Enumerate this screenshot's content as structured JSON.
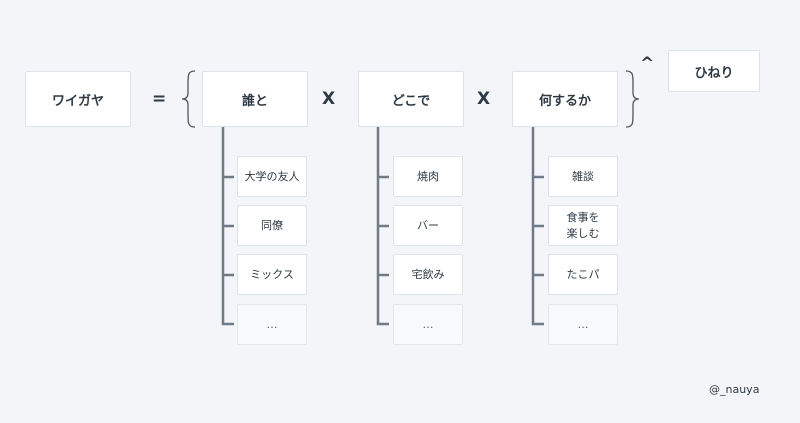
{
  "nodes": {
    "waigaya": "ワイガヤ",
    "who": "誰と",
    "where": "どこで",
    "what": "何するか",
    "twist": "ひねり"
  },
  "operators": {
    "equals": "=",
    "times1": "X",
    "times2": "X",
    "power": "^"
  },
  "who_options": [
    "大学の友人",
    "同僚",
    "ミックス",
    "…"
  ],
  "where_options": [
    "焼肉",
    "バー",
    "宅飲み",
    "…"
  ],
  "what_options": [
    "雑談",
    "食事を\n楽しむ",
    "たこパ",
    "…"
  ],
  "credit": "@_nauya",
  "colors": {
    "background": "#f3f5f8",
    "box": "#ffffff",
    "text": "#2e3a44",
    "connector": "#6f7c87"
  }
}
